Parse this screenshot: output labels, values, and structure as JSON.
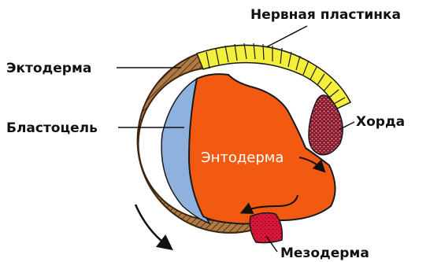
{
  "labels": {
    "neural_plate": "Нервная пластинка",
    "ectoderm": "Эктодерма",
    "blastocoel": "Бластоцель",
    "notochord": "Хорда",
    "endoderm": "Энтодерма",
    "mesoderm": "Мезодерма"
  },
  "colors": {
    "ectoderm": "#b07a45",
    "neural_plate": "#f4ef3a",
    "notochord": "#8a1b2e",
    "blastocoel": "#8fb1de",
    "endoderm": "#f25a12",
    "mesoderm": "#e0173a"
  }
}
